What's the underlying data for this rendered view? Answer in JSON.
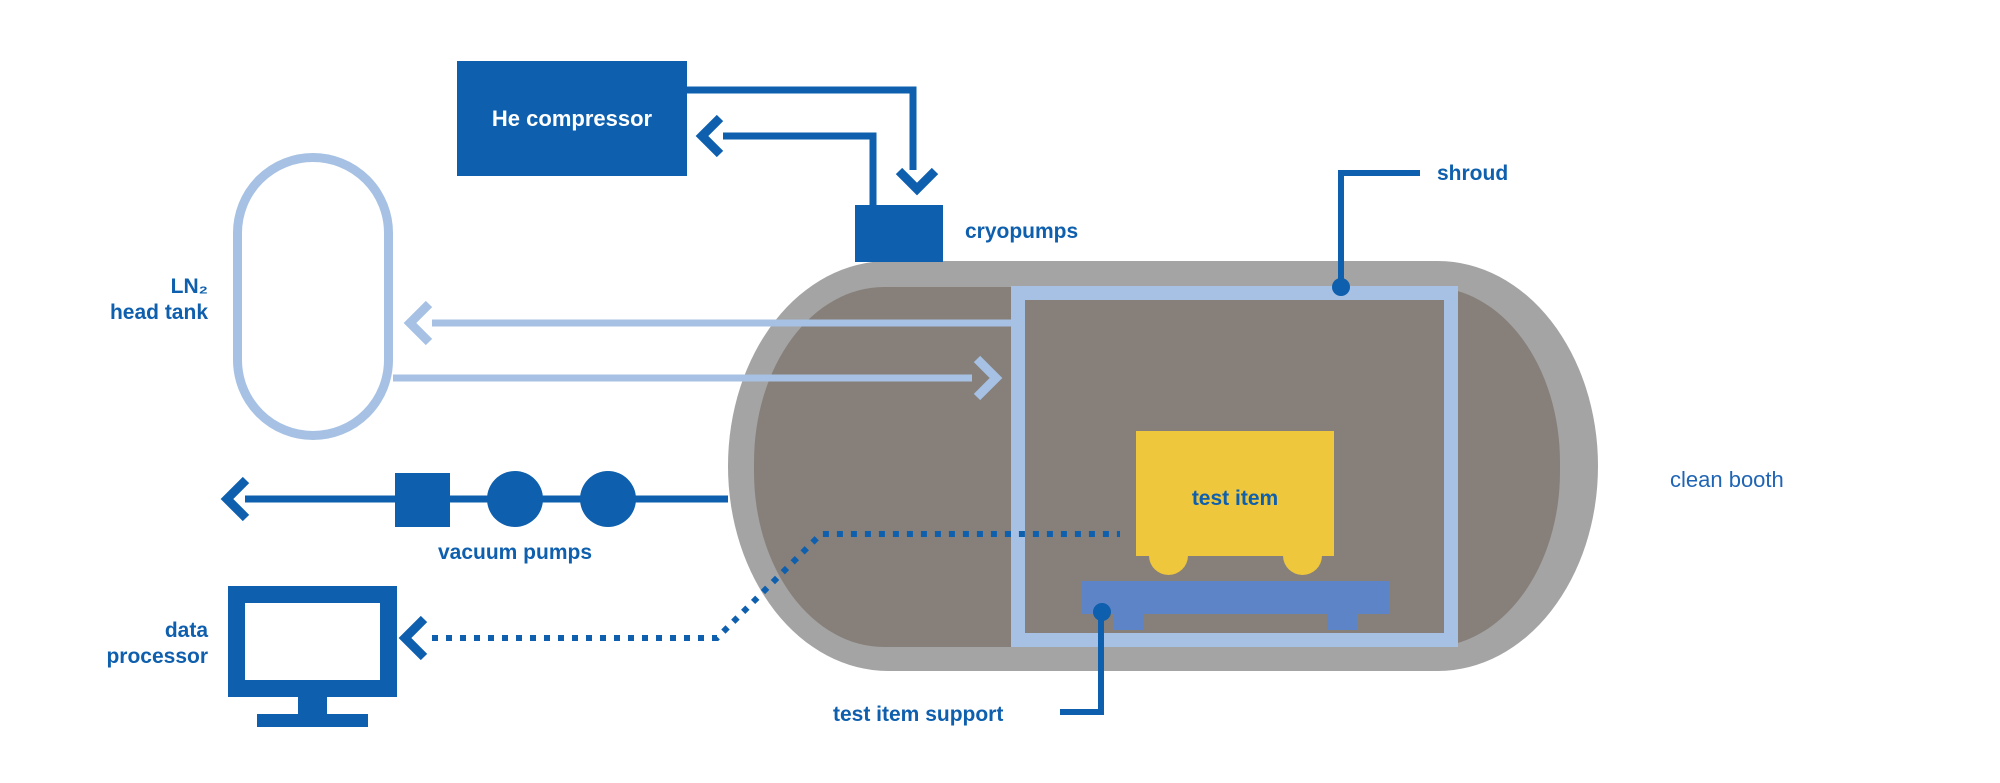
{
  "diagram": {
    "type": "thermal-vacuum test facility schematic",
    "labels": {
      "he_compressor": "He compressor",
      "cryopumps": "cryopumps",
      "ln2_line1": "LN₂",
      "ln2_line2": "head tank",
      "vacuum_pumps": "vacuum pumps",
      "data_processor_line1": "data",
      "data_processor_line2": "processor",
      "shroud": "shroud",
      "clean_booth": "clean booth",
      "test_item": "test item",
      "test_item_support": "test item support"
    },
    "colors": {
      "brand_blue": "#0e5fad",
      "light_blue": "#a6c1e4",
      "support_blue": "#5d84c6",
      "test_item_yellow": "#eec73c",
      "chamber_outer_gray": "#a4a4a4",
      "chamber_inner_gray": "#87807a",
      "clean_booth_text": "#2065b5",
      "background": "#ffffff"
    },
    "icons": [
      "arrow-down-icon",
      "arrow-left-icon",
      "arrow-right-icon",
      "pointer-dot"
    ]
  }
}
